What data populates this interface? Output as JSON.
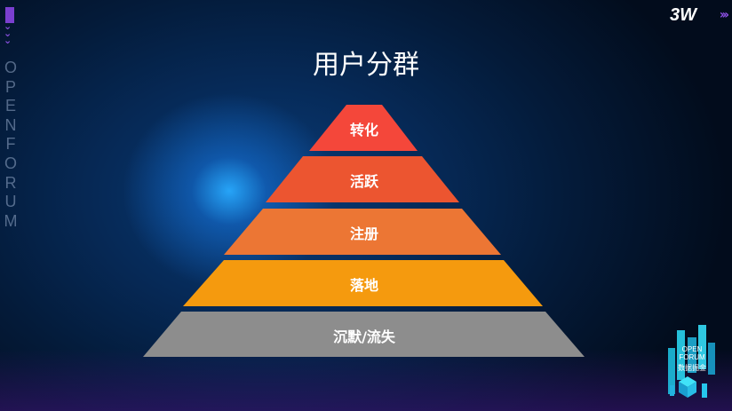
{
  "slide": {
    "title": "用户分群",
    "side_text": "OPEN FORUM",
    "logo": "3W",
    "badge": {
      "line1": "OPEN",
      "line2": "FORUM",
      "line3": "数据掘金"
    }
  },
  "pyramid": {
    "tiers": [
      {
        "label": "转化",
        "color": "#f4473a"
      },
      {
        "label": "活跃",
        "color": "#ec5530"
      },
      {
        "label": "注册",
        "color": "#ec7634"
      },
      {
        "label": "落地",
        "color": "#f59a0e"
      },
      {
        "label": "沉默/流失",
        "color": "#8d8d8d"
      }
    ]
  }
}
